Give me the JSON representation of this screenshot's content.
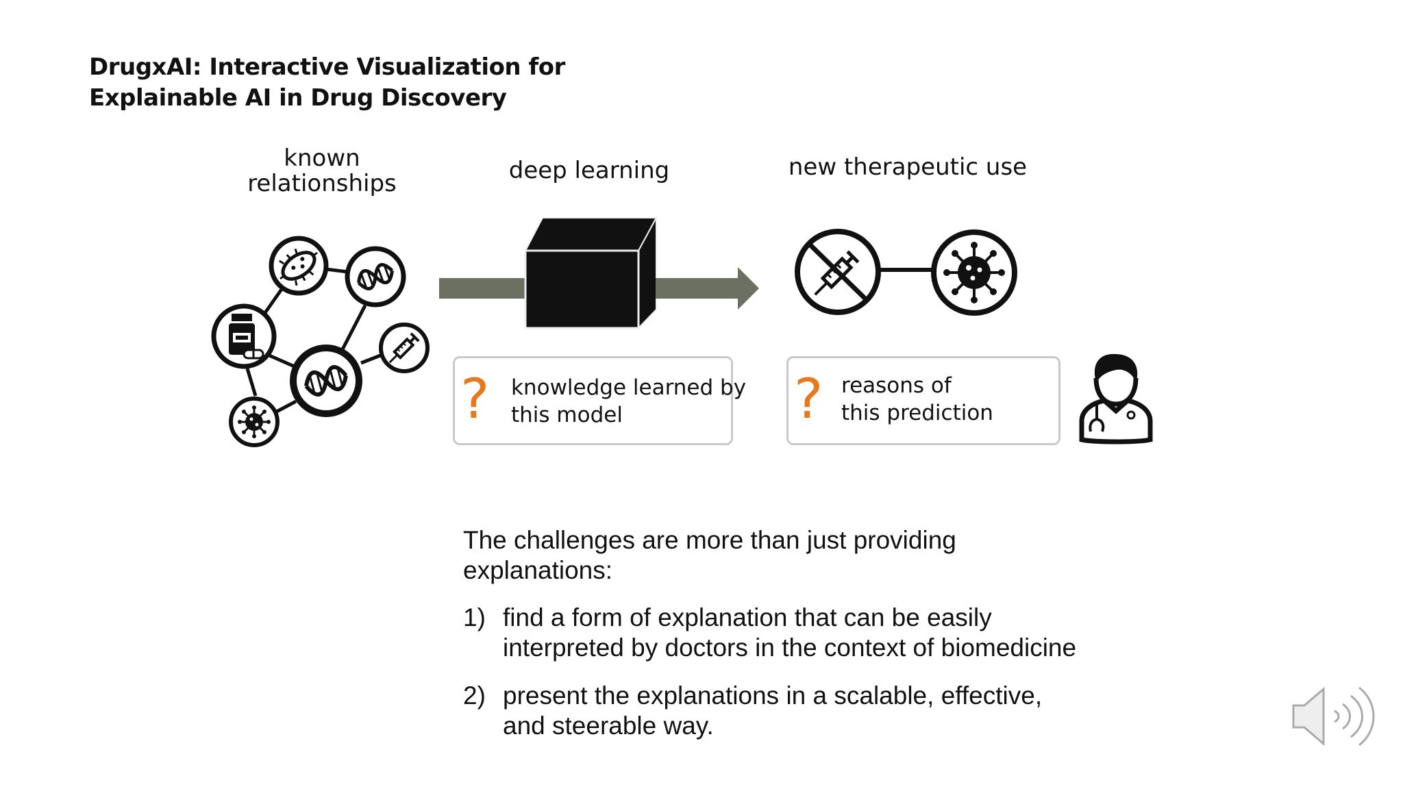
{
  "slide": {
    "title_lines": [
      "DrugxAI: Interactive Visualization for",
      "Explainable AI in Drug Discovery"
    ],
    "diagram": {
      "known_label_lines": [
        "known",
        "relationships"
      ],
      "deep_label": "deep learning",
      "new_label": "new therapeutic use",
      "box_model_lines": [
        "knowledge learned by",
        "this model"
      ],
      "box_prediction_lines": [
        "reasons of",
        "this prediction"
      ],
      "question_mark": "?"
    },
    "body": {
      "intro_lines": [
        "The challenges are more than just providing",
        "explanations:"
      ],
      "items": [
        {
          "num": "1)",
          "lines": [
            "find a form of explanation that can be easily",
            "interpreted by doctors in the context of biomedicine"
          ]
        },
        {
          "num": "2)",
          "lines": [
            "present the explanations in a scalable, effective,",
            "and steerable way."
          ]
        }
      ]
    }
  },
  "colors": {
    "accent_orange": "#e8781e",
    "arrow": "#6b7060",
    "box_border": "#c9c9c9"
  },
  "icons": [
    "bacteria-icon",
    "dna-icon",
    "medicine-bottle-icon",
    "syringe-icon",
    "virus-icon",
    "black-box-cube-icon",
    "doctor-icon",
    "speaker-icon"
  ]
}
